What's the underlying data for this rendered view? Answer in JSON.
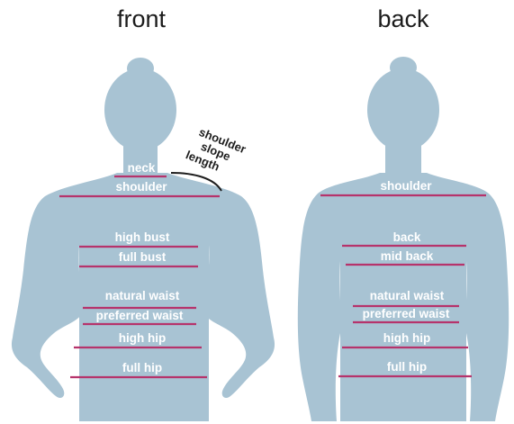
{
  "views": {
    "front": {
      "title": "front",
      "labels": {
        "neck": "neck",
        "shoulder": "shoulder",
        "high_bust": "high bust",
        "full_bust": "full bust",
        "natural_waist": "natural waist",
        "preferred_waist": "preferred waist",
        "high_hip": "high hip",
        "full_hip": "full hip"
      },
      "shoulder_slope": {
        "line1": "shoulder",
        "line2": "slope",
        "line3": "length"
      }
    },
    "back": {
      "title": "back",
      "labels": {
        "shoulder": "shoulder",
        "back": "back",
        "mid_back": "mid back",
        "natural_waist": "natural waist",
        "preferred_waist": "preferred waist",
        "high_hip": "high hip",
        "full_hip": "full hip"
      }
    }
  },
  "colors": {
    "silhouette": "#a8c3d3",
    "measure_line": "#b6336b",
    "text_light": "#ffffff",
    "text_dark": "#1e1e1e"
  }
}
